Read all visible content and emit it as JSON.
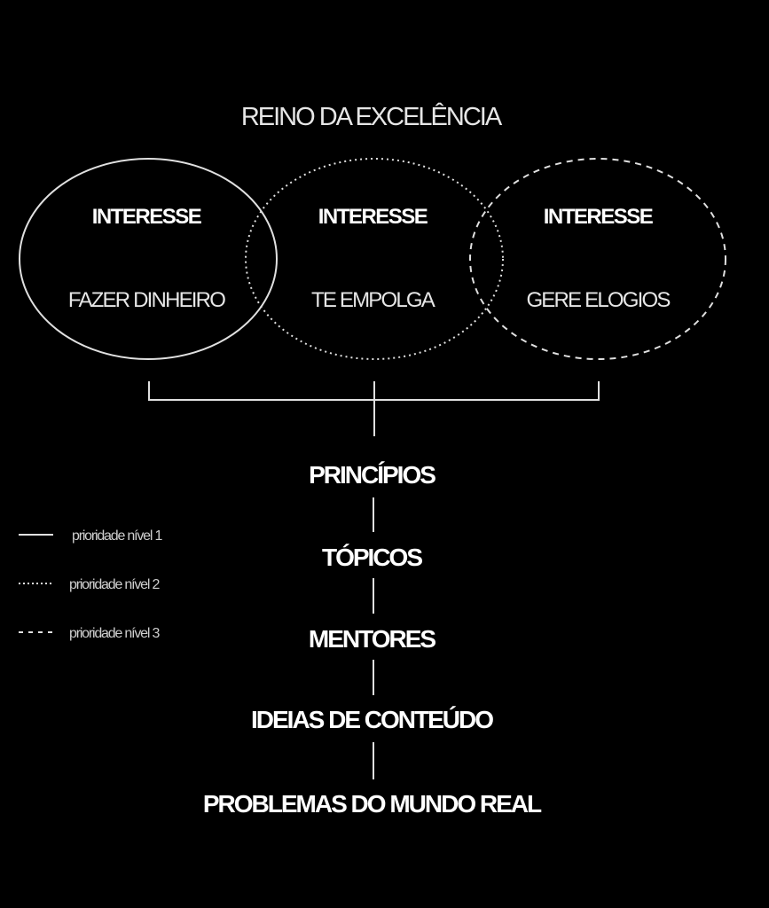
{
  "title": "REINO DA EXCELÊNCIA",
  "circles": [
    {
      "heading": "INTERESSE",
      "text": "FAZER DINHEIRO",
      "priority": 1
    },
    {
      "heading": "INTERESSE",
      "text": "TE EMPOLGA",
      "priority": 2
    },
    {
      "heading": "INTERESSE",
      "text": "GERE ELOGIOS",
      "priority": 3
    }
  ],
  "levels": [
    "PRINCÍPIOS",
    "TÓPICOS",
    "MENTORES",
    "IDEIAS DE CONTEÚDO",
    "PROBLEMAS DO MUNDO REAL"
  ],
  "legend": [
    {
      "label": "prioridade nível 1",
      "style": "solid"
    },
    {
      "label": "prioridade nível 2",
      "style": "dotted"
    },
    {
      "label": "prioridade nível 3",
      "style": "dashed"
    }
  ],
  "colors": {
    "background": "#000000",
    "foreground": "#ffffff"
  }
}
